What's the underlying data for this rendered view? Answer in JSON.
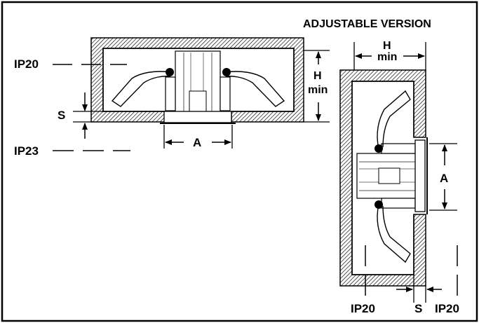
{
  "diagram": {
    "title": "ADJUSTABLE VERSION",
    "horizontal_view": {
      "ip_top": "IP20",
      "ip_bottom": "IP23",
      "dim_s": "S",
      "dim_h_top": "H",
      "dim_h_bottom": "min",
      "dim_a": "A"
    },
    "vertical_view": {
      "dim_h_top": "H",
      "dim_h_bottom": "min",
      "dim_a": "A",
      "ip_left": "IP20",
      "dim_s": "S",
      "ip_right": "IP20"
    },
    "colors": {
      "ink": "#000000",
      "paper": "#ffffff",
      "hatch": "#000000"
    }
  }
}
